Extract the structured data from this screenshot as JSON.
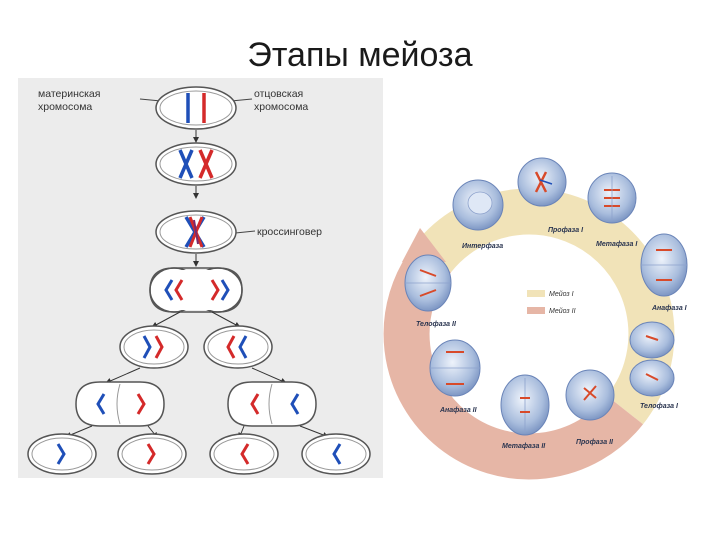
{
  "title": "Этапы мейоза",
  "left_diagram": {
    "label_maternal": [
      "материнская",
      "хромосома"
    ],
    "label_paternal": [
      "отцовская",
      "хромосома"
    ],
    "label_crossover": "кроссинговер"
  },
  "cycle": {
    "phases": [
      "Интерфаза",
      "Профаза I",
      "Метафаза I",
      "Анафаза I",
      "Телофаза I",
      "Профаза II",
      "Метафаза II",
      "Анафаза II",
      "Телофаза II"
    ],
    "legend": [
      "Мейоз I",
      "Мейоз II"
    ]
  },
  "colors": {
    "maternal": "#1f4fb8",
    "paternal": "#d42a2a",
    "meiosis1_band": "#f1e3b8",
    "meiosis2_band": "#e6b6a6"
  }
}
